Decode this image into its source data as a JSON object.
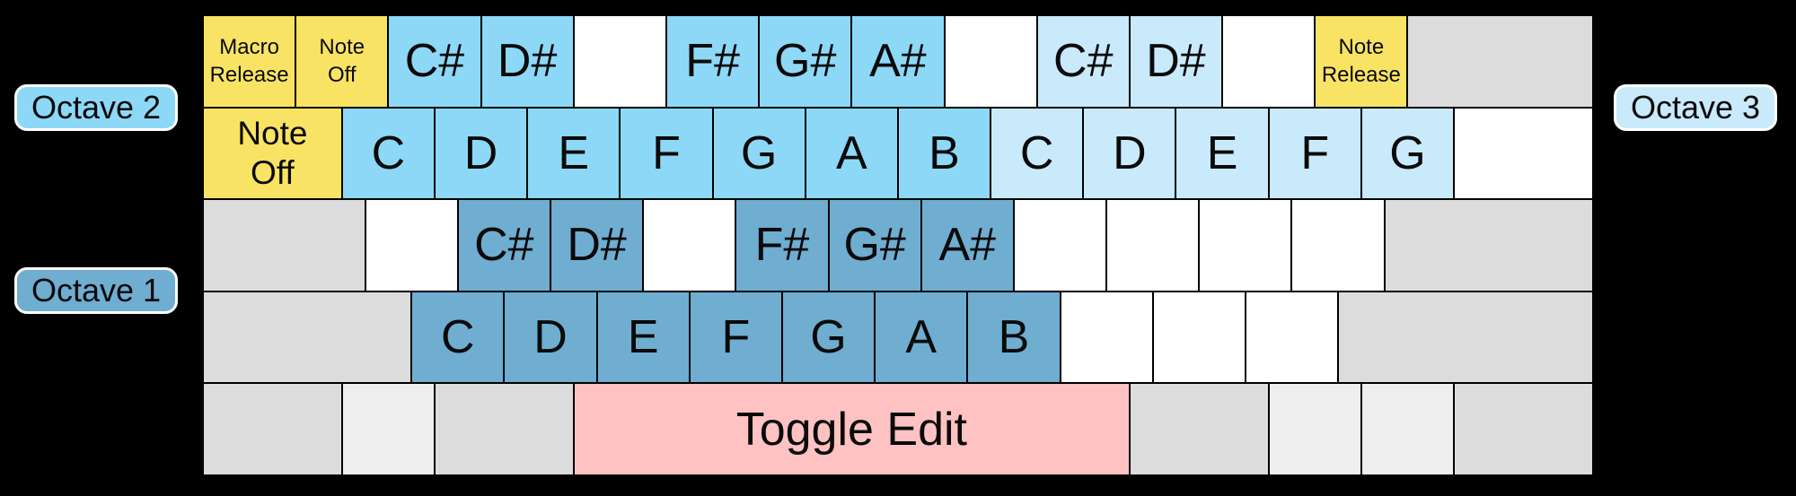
{
  "page": {
    "background": "#000000"
  },
  "colors": {
    "octave1_keys": "#6FADD1",
    "octave2_keys": "#8DD8F6",
    "octave3_keys": "#C9EAFB",
    "command_keys": "#F8E364",
    "space_key": "#FFC2C2",
    "gray_keys": "#DCDCDC",
    "light_gray_keys": "#EEEEEE",
    "unmapped_keys": "#FFFFFF",
    "key_border": "#000000",
    "text": "#0a0a0a",
    "label_border": "#FFFFFF"
  },
  "octave_labels": [
    {
      "text": "Octave 2",
      "color": "#8DD8F6",
      "side": "left"
    },
    {
      "text": "Octave 1",
      "color": "#6FADD1",
      "side": "left"
    },
    {
      "text": "Octave 3",
      "color": "#C9EAFB",
      "side": "right"
    }
  ],
  "keyboard": {
    "rows": [
      {
        "name": "number-row",
        "keys": [
          {
            "name": "macro-release-key",
            "label": "Macro\nRelease",
            "type": "command",
            "w": 1,
            "size": "small"
          },
          {
            "name": "note-off-key",
            "label": "Note\nOff",
            "type": "command",
            "w": 1,
            "size": "small"
          },
          {
            "name": "note-c-sharp-octave2-key",
            "label": "C#",
            "type": "octave2",
            "w": 1
          },
          {
            "name": "note-d-sharp-octave2-key",
            "label": "D#",
            "type": "octave2",
            "w": 1
          },
          {
            "name": "unmapped-key",
            "label": "",
            "type": "blank",
            "w": 1
          },
          {
            "name": "note-f-sharp-octave2-key",
            "label": "F#",
            "type": "octave2",
            "w": 1
          },
          {
            "name": "note-g-sharp-octave2-key",
            "label": "G#",
            "type": "octave2",
            "w": 1
          },
          {
            "name": "note-a-sharp-octave2-key",
            "label": "A#",
            "type": "octave2",
            "w": 1
          },
          {
            "name": "unmapped-key",
            "label": "",
            "type": "blank",
            "w": 1
          },
          {
            "name": "note-c-sharp-octave3-key",
            "label": "C#",
            "type": "octave3",
            "w": 1
          },
          {
            "name": "note-d-sharp-octave3-key",
            "label": "D#",
            "type": "octave3",
            "w": 1
          },
          {
            "name": "unmapped-key",
            "label": "",
            "type": "blank",
            "w": 1
          },
          {
            "name": "note-release-key",
            "label": "Note\nRelease",
            "type": "command",
            "w": 1,
            "size": "small"
          },
          {
            "name": "unmapped-modifier-key",
            "label": "",
            "type": "gray",
            "w": 2
          }
        ]
      },
      {
        "name": "top-letter-row",
        "keys": [
          {
            "name": "note-off-tab-key",
            "label": "Note\nOff",
            "type": "command",
            "w": 1.5,
            "size": "medium"
          },
          {
            "name": "note-c-octave2-key",
            "label": "C",
            "type": "octave2",
            "w": 1
          },
          {
            "name": "note-d-octave2-key",
            "label": "D",
            "type": "octave2",
            "w": 1
          },
          {
            "name": "note-e-octave2-key",
            "label": "E",
            "type": "octave2",
            "w": 1
          },
          {
            "name": "note-f-octave2-key",
            "label": "F",
            "type": "octave2",
            "w": 1
          },
          {
            "name": "note-g-octave2-key",
            "label": "G",
            "type": "octave2",
            "w": 1
          },
          {
            "name": "note-a-octave2-key",
            "label": "A",
            "type": "octave2",
            "w": 1
          },
          {
            "name": "note-b-octave2-key",
            "label": "B",
            "type": "octave2",
            "w": 1
          },
          {
            "name": "note-c-octave3-key",
            "label": "C",
            "type": "octave3",
            "w": 1
          },
          {
            "name": "note-d-octave3-key",
            "label": "D",
            "type": "octave3",
            "w": 1
          },
          {
            "name": "note-e-octave3-key",
            "label": "E",
            "type": "octave3",
            "w": 1
          },
          {
            "name": "note-f-octave3-key",
            "label": "F",
            "type": "octave3",
            "w": 1
          },
          {
            "name": "note-g-octave3-key",
            "label": "G",
            "type": "octave3",
            "w": 1
          },
          {
            "name": "unmapped-key",
            "label": "",
            "type": "blank",
            "w": 1.5
          }
        ]
      },
      {
        "name": "home-row",
        "keys": [
          {
            "name": "unmapped-modifier-key",
            "label": "",
            "type": "gray",
            "w": 1.75
          },
          {
            "name": "unmapped-key",
            "label": "",
            "type": "blank",
            "w": 1
          },
          {
            "name": "note-c-sharp-octave1-key",
            "label": "C#",
            "type": "octave1",
            "w": 1
          },
          {
            "name": "note-d-sharp-octave1-key",
            "label": "D#",
            "type": "octave1",
            "w": 1
          },
          {
            "name": "unmapped-key",
            "label": "",
            "type": "blank",
            "w": 1
          },
          {
            "name": "note-f-sharp-octave1-key",
            "label": "F#",
            "type": "octave1",
            "w": 1
          },
          {
            "name": "note-g-sharp-octave1-key",
            "label": "G#",
            "type": "octave1",
            "w": 1
          },
          {
            "name": "note-a-sharp-octave1-key",
            "label": "A#",
            "type": "octave1",
            "w": 1
          },
          {
            "name": "unmapped-key",
            "label": "",
            "type": "blank",
            "w": 1
          },
          {
            "name": "unmapped-key",
            "label": "",
            "type": "blank",
            "w": 1
          },
          {
            "name": "unmapped-key",
            "label": "",
            "type": "blank",
            "w": 1
          },
          {
            "name": "unmapped-key",
            "label": "",
            "type": "blank",
            "w": 1
          },
          {
            "name": "unmapped-modifier-key",
            "label": "",
            "type": "gray",
            "w": 2.25
          }
        ]
      },
      {
        "name": "bottom-letter-row",
        "keys": [
          {
            "name": "unmapped-modifier-key",
            "label": "",
            "type": "gray",
            "w": 2.25
          },
          {
            "name": "note-c-octave1-key",
            "label": "C",
            "type": "octave1",
            "w": 1
          },
          {
            "name": "note-d-octave1-key",
            "label": "D",
            "type": "octave1",
            "w": 1
          },
          {
            "name": "note-e-octave1-key",
            "label": "E",
            "type": "octave1",
            "w": 1
          },
          {
            "name": "note-f-octave1-key",
            "label": "F",
            "type": "octave1",
            "w": 1
          },
          {
            "name": "note-g-octave1-key",
            "label": "G",
            "type": "octave1",
            "w": 1
          },
          {
            "name": "note-a-octave1-key",
            "label": "A",
            "type": "octave1",
            "w": 1
          },
          {
            "name": "note-b-octave1-key",
            "label": "B",
            "type": "octave1",
            "w": 1
          },
          {
            "name": "unmapped-key",
            "label": "",
            "type": "blank",
            "w": 1
          },
          {
            "name": "unmapped-key",
            "label": "",
            "type": "blank",
            "w": 1
          },
          {
            "name": "unmapped-key",
            "label": "",
            "type": "blank",
            "w": 1
          },
          {
            "name": "unmapped-modifier-key",
            "label": "",
            "type": "gray",
            "w": 2.75
          }
        ]
      },
      {
        "name": "modifier-row",
        "keys": [
          {
            "name": "unmapped-modifier-key",
            "label": "",
            "type": "gray",
            "w": 1.5
          },
          {
            "name": "unmapped-modifier-key",
            "label": "",
            "type": "graylight",
            "w": 1
          },
          {
            "name": "unmapped-modifier-key",
            "label": "",
            "type": "gray",
            "w": 1.5
          },
          {
            "name": "toggle-edit-space-key",
            "label": "Toggle Edit",
            "type": "space",
            "w": 6
          },
          {
            "name": "unmapped-modifier-key",
            "label": "",
            "type": "gray",
            "w": 1.5
          },
          {
            "name": "unmapped-modifier-key",
            "label": "",
            "type": "graylight",
            "w": 1
          },
          {
            "name": "unmapped-modifier-key",
            "label": "",
            "type": "graylight",
            "w": 1
          },
          {
            "name": "unmapped-modifier-key",
            "label": "",
            "type": "gray",
            "w": 1.5
          }
        ]
      }
    ]
  }
}
